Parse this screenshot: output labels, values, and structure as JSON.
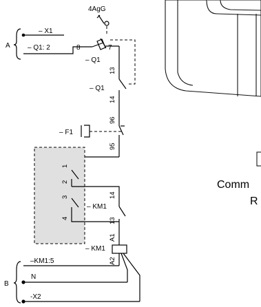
{
  "diagram": {
    "top_label": "4AgG",
    "group_a": {
      "label": "A",
      "lines": [
        "– X1",
        "– Q1: 2"
      ]
    },
    "q1": {
      "label_top": "– Q1",
      "label_aux": "– Q1",
      "terminals": [
        "8",
        "7",
        "13",
        "14"
      ]
    },
    "f1": {
      "label": "– F1",
      "terminals": [
        "96",
        "95"
      ]
    },
    "module": {
      "terminals": [
        "1",
        "2",
        "3",
        "4"
      ]
    },
    "km1_contact": {
      "label": "– KM1",
      "terminals": [
        "14",
        "13"
      ]
    },
    "km1_coil": {
      "label": "– KM1",
      "terminals": [
        "A1",
        "A2"
      ]
    },
    "group_b": {
      "label": "B",
      "lines": [
        "–KM1:5",
        "N",
        "-X2"
      ]
    },
    "caption_lines": [
      "Comm",
      "R"
    ]
  }
}
